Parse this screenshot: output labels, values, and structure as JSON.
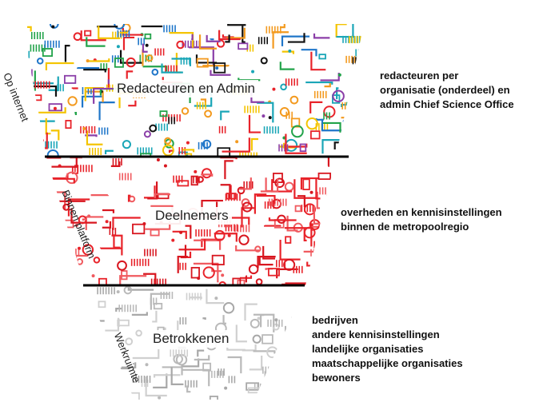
{
  "tiers": [
    {
      "id": "top",
      "title": "Redacteuren en Admin",
      "side_label": "Op internet",
      "description": [
        "redacteuren per",
        "organisatie (onderdeel) en",
        "admin Chief Science Office"
      ],
      "palette": [
        "#e8232a",
        "#f39a1f",
        "#22a34a",
        "#1f76c9",
        "#8b3fa8",
        "#1aa6b7",
        "#111111",
        "#f4c400"
      ]
    },
    {
      "id": "middle",
      "title": "Deelnemers",
      "side_label": "Binnen platform",
      "description": [
        "overheden en kennisinstellingen",
        "binnen de metropoolregio"
      ],
      "palette": [
        "#e8232a",
        "#d8161f",
        "#f05a5f"
      ]
    },
    {
      "id": "bottom",
      "title": "Betrokkenen",
      "side_label": "Werkruimte",
      "description": [
        "bedrijven",
        "andere kennisinstellingen",
        "landelijke organisaties",
        "maatschappelijke organisaties",
        "bewoners"
      ],
      "palette": [
        "#b9b9b9",
        "#d0d0d0",
        "#a8a8a8"
      ]
    }
  ]
}
